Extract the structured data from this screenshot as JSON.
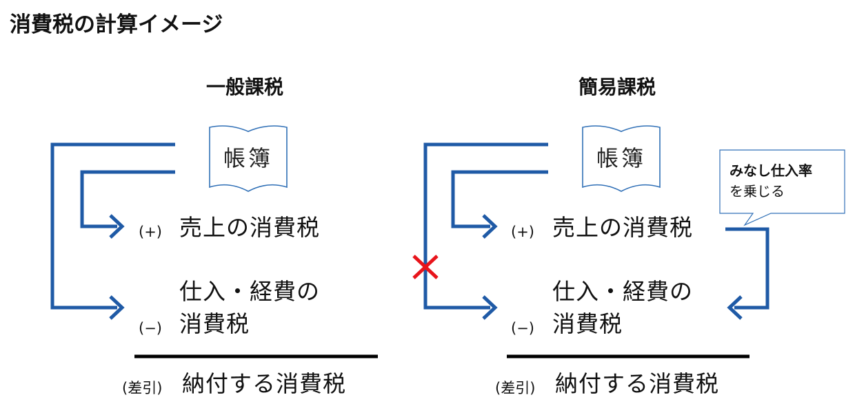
{
  "title": "消費税の計算イメージ",
  "colors": {
    "flow_line": "#1f5aa6",
    "book_outline": "#2f6fb6",
    "cross_mark": "#e8141b",
    "rule": "#000000"
  },
  "columns": [
    {
      "heading": "一般課税",
      "book_label": "帳簿",
      "sales_prefix": "(+)",
      "sales_label": "売上の消費税",
      "purchase_prefix": "(−)",
      "purchase_line1": "仕入・経費の",
      "purchase_line2": "消費税",
      "result_prefix": "(差引)",
      "result_label": "納付する消費税"
    },
    {
      "heading": "簡易課税",
      "book_label": "帳簿",
      "sales_prefix": "(+)",
      "sales_label": "売上の消費税",
      "purchase_prefix": "(−)",
      "purchase_line1": "仕入・経費の",
      "purchase_line2": "消費税",
      "result_prefix": "(差引)",
      "result_label": "納付する消費税",
      "callout": {
        "line1": "みなし仕入率",
        "line2": "を乗じる"
      },
      "direct_purchase_path_crossed": true
    }
  ]
}
